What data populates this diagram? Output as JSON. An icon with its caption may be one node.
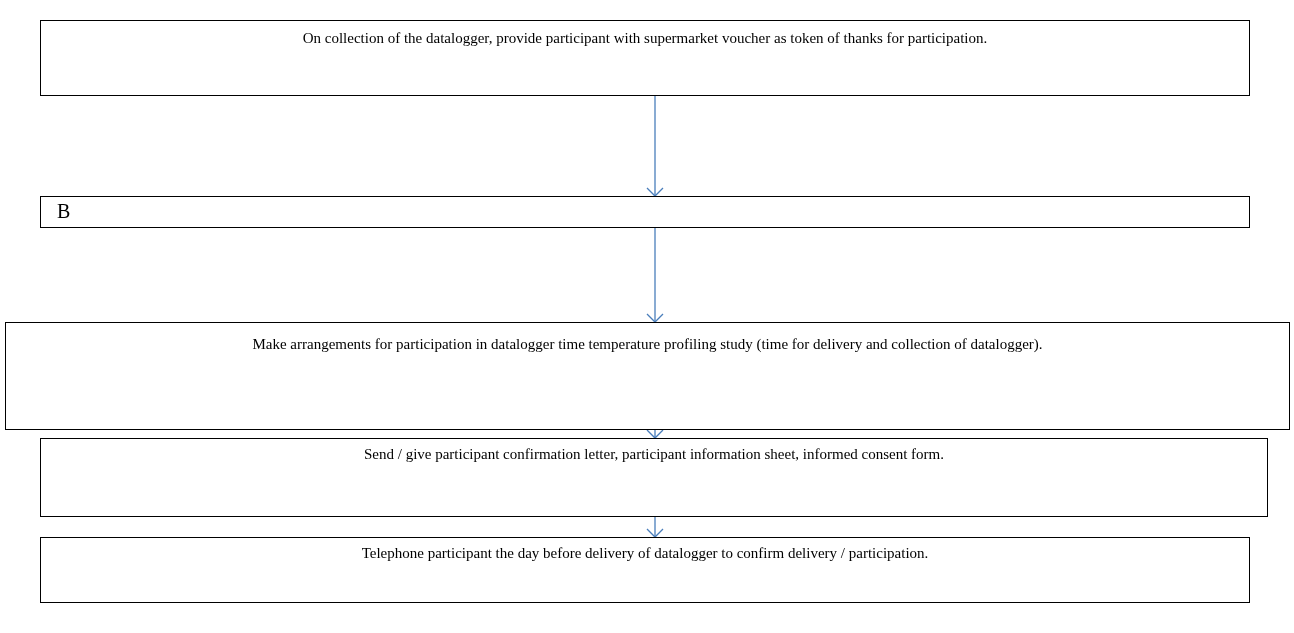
{
  "diagram": {
    "nodes": [
      {
        "text": [
          "On collection of the datalogger, provide participant with supermarket voucher as token of thanks for participation."
        ]
      },
      {
        "text": [
          "B"
        ]
      },
      {
        "text": [
          "Make arrangements for participation in datalogger time temperature profiling study (time for  delivery and collection of datalogger)."
        ]
      },
      {
        "text": [
          "Send / give participant confirmation letter, participant information sheet, informed consent form."
        ]
      },
      {
        "text": [
          "Telephone participant the day before delivery of datalogger to confirm delivery / participation."
        ]
      }
    ],
    "edges": [
      {
        "from": 0,
        "to": 1,
        "arrow": "to"
      },
      {
        "from": 1,
        "to": 2,
        "arrow": "to"
      },
      {
        "from": 2,
        "to": 3,
        "arrow": "to"
      },
      {
        "from": 3,
        "to": 4,
        "arrow": "to"
      }
    ]
  }
}
